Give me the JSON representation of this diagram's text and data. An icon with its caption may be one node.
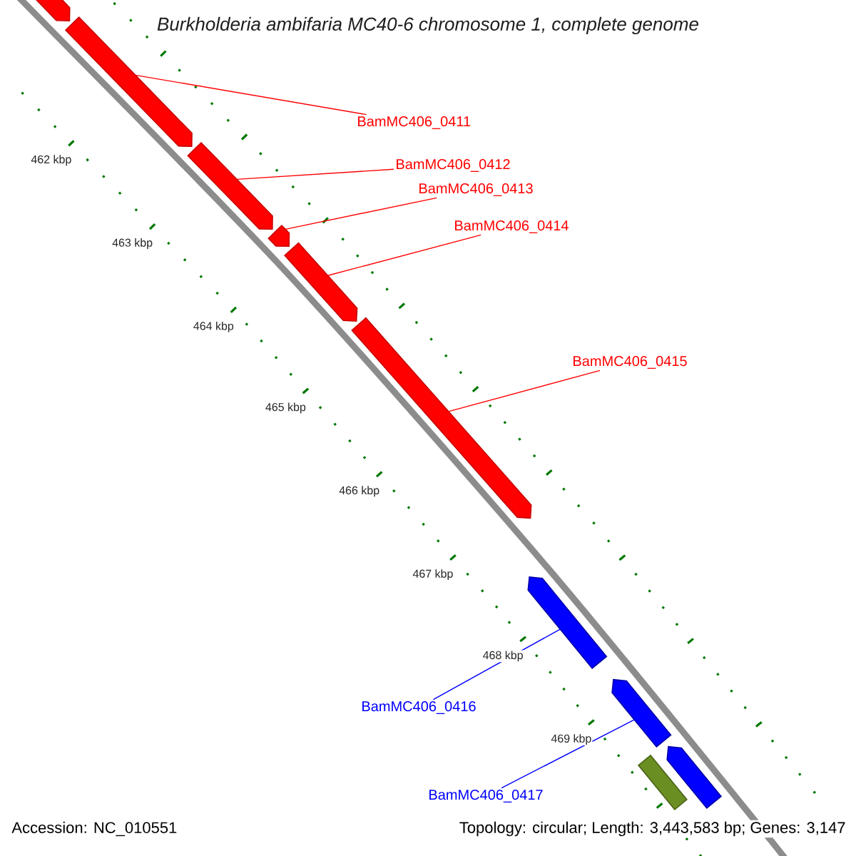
{
  "diagram": {
    "title": "Burkholderia ambifaria MC40-6 chromosome 1, complete genome",
    "nodes": [
      {
        "text": [
          "BamMC406_0411"
        ]
      },
      {
        "text": [
          "BamMC406_0412"
        ]
      },
      {
        "text": [
          "BamMC406_0413"
        ]
      },
      {
        "text": [
          "BamMC406_0414"
        ]
      },
      {
        "text": [
          "BamMC406_0415"
        ]
      },
      {
        "text": [
          "BamMC406_0416"
        ]
      },
      {
        "text": [
          "BamMC406_0417"
        ]
      },
      {
        "text": [],
        "shape": "arrow"
      },
      {
        "text": [],
        "shape": "arrow"
      },
      {
        "text": [],
        "shape": "arrow"
      },
      {
        "text": [],
        "shape": "arrow"
      },
      {
        "text": [],
        "shape": "arrow"
      },
      {
        "text": [],
        "shape": "arrow"
      },
      {
        "text": [],
        "shape": "arrow"
      },
      {
        "text": [],
        "shape": "arrow"
      },
      {
        "text": [],
        "shape": "arrow"
      },
      {
        "text": [],
        "shape": "bar"
      }
    ],
    "edges": [
      {
        "from": 0,
        "to": 8,
        "arrow": "none"
      },
      {
        "from": 1,
        "to": 9,
        "arrow": "none"
      },
      {
        "from": 2,
        "to": 10,
        "arrow": "none"
      },
      {
        "from": 3,
        "to": 11,
        "arrow": "none"
      },
      {
        "from": 4,
        "to": 12,
        "arrow": "none"
      },
      {
        "from": 5,
        "to": 13,
        "arrow": "none",
        "color": "#0000ff"
      },
      {
        "from": 6,
        "to": 14,
        "arrow": "none",
        "color": "#0000ff"
      }
    ],
    "labels": [
      "462 kbp",
      "463 kbp",
      "464 kbp",
      "465 kbp",
      "466 kbp",
      "467 kbp",
      "468 kbp",
      "469 kbp",
      "Accession: NC_010551",
      "Topology: circular; Length: 3,443,583 bp; Genes: 3,147"
    ]
  }
}
